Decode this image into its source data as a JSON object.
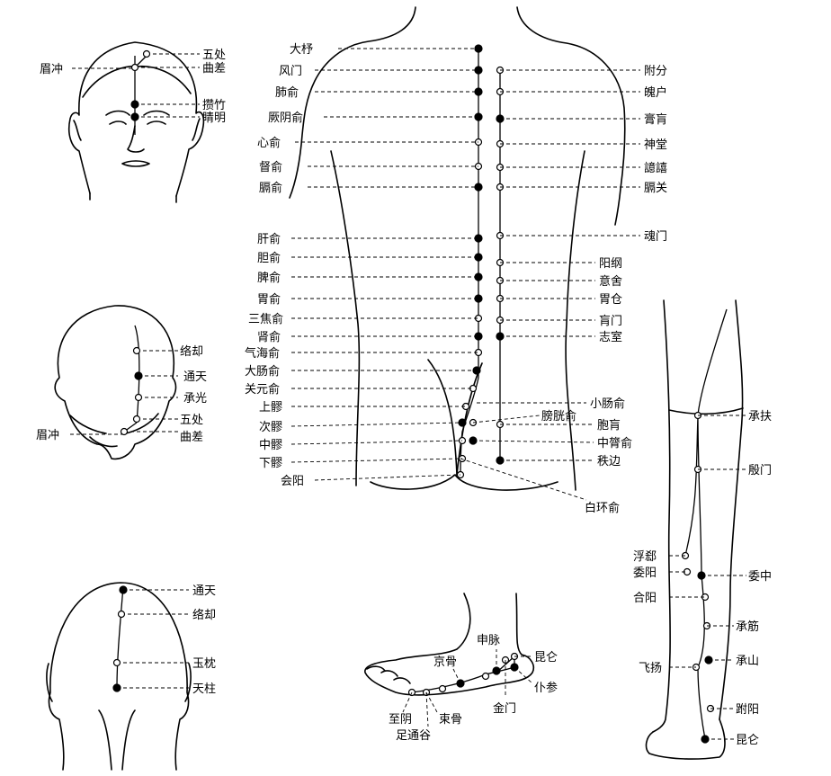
{
  "diagram": {
    "face_labels": {
      "meichong": "眉冲",
      "wuchu": "五处",
      "qucha": "曲差",
      "zanzhu": "攒竹",
      "jingming": "睛明"
    },
    "crown_labels": {
      "luoque": "络却",
      "tongtian": "通天",
      "chengguang": "承光",
      "wuchu": "五处",
      "meichong": "眉冲",
      "qucha": "曲差"
    },
    "occiput_labels": {
      "tongtian": "通天",
      "luoque": "络却",
      "yuzhen": "玉枕",
      "tianzhu": "天柱"
    },
    "back_left_labels": [
      "大杼",
      "风门",
      "肺俞",
      "厥阴俞",
      "心俞",
      "督俞",
      "膈俞",
      "肝俞",
      "胆俞",
      "脾俞",
      "胃俞",
      "三焦俞",
      "肾俞",
      "气海俞",
      "大肠俞",
      "关元俞",
      "上髎",
      "次髎",
      "中髎",
      "下髎",
      "会阳"
    ],
    "back_right_labels": [
      "附分",
      "魄户",
      "膏肓",
      "神堂",
      "譩譆",
      "膈关",
      "魂门",
      "阳纲",
      "意舍",
      "胃仓",
      "肓门",
      "志室",
      "小肠俞",
      "膀胱俞",
      "胞肓",
      "中膂俞",
      "秩边",
      "白环俞"
    ],
    "leg_labels": {
      "chengfu": "承扶",
      "yinmen": "殷门",
      "fuxi": "浮郄",
      "weiyang": "委阳",
      "weizhong": "委中",
      "heyang": "合阳",
      "chengjin": "承筋",
      "chengshan": "承山",
      "feiyang": "飞扬",
      "fuyang": "跗阳",
      "kunlun": "昆仑"
    },
    "foot_labels": {
      "shenmai": "申脉",
      "jinggu": "京骨",
      "kunlun": "昆仑",
      "pushen": "仆参",
      "jinmen": "金门",
      "zhiyin": "至阴",
      "shugu": "束骨",
      "zutonggu": "足通谷"
    }
  }
}
